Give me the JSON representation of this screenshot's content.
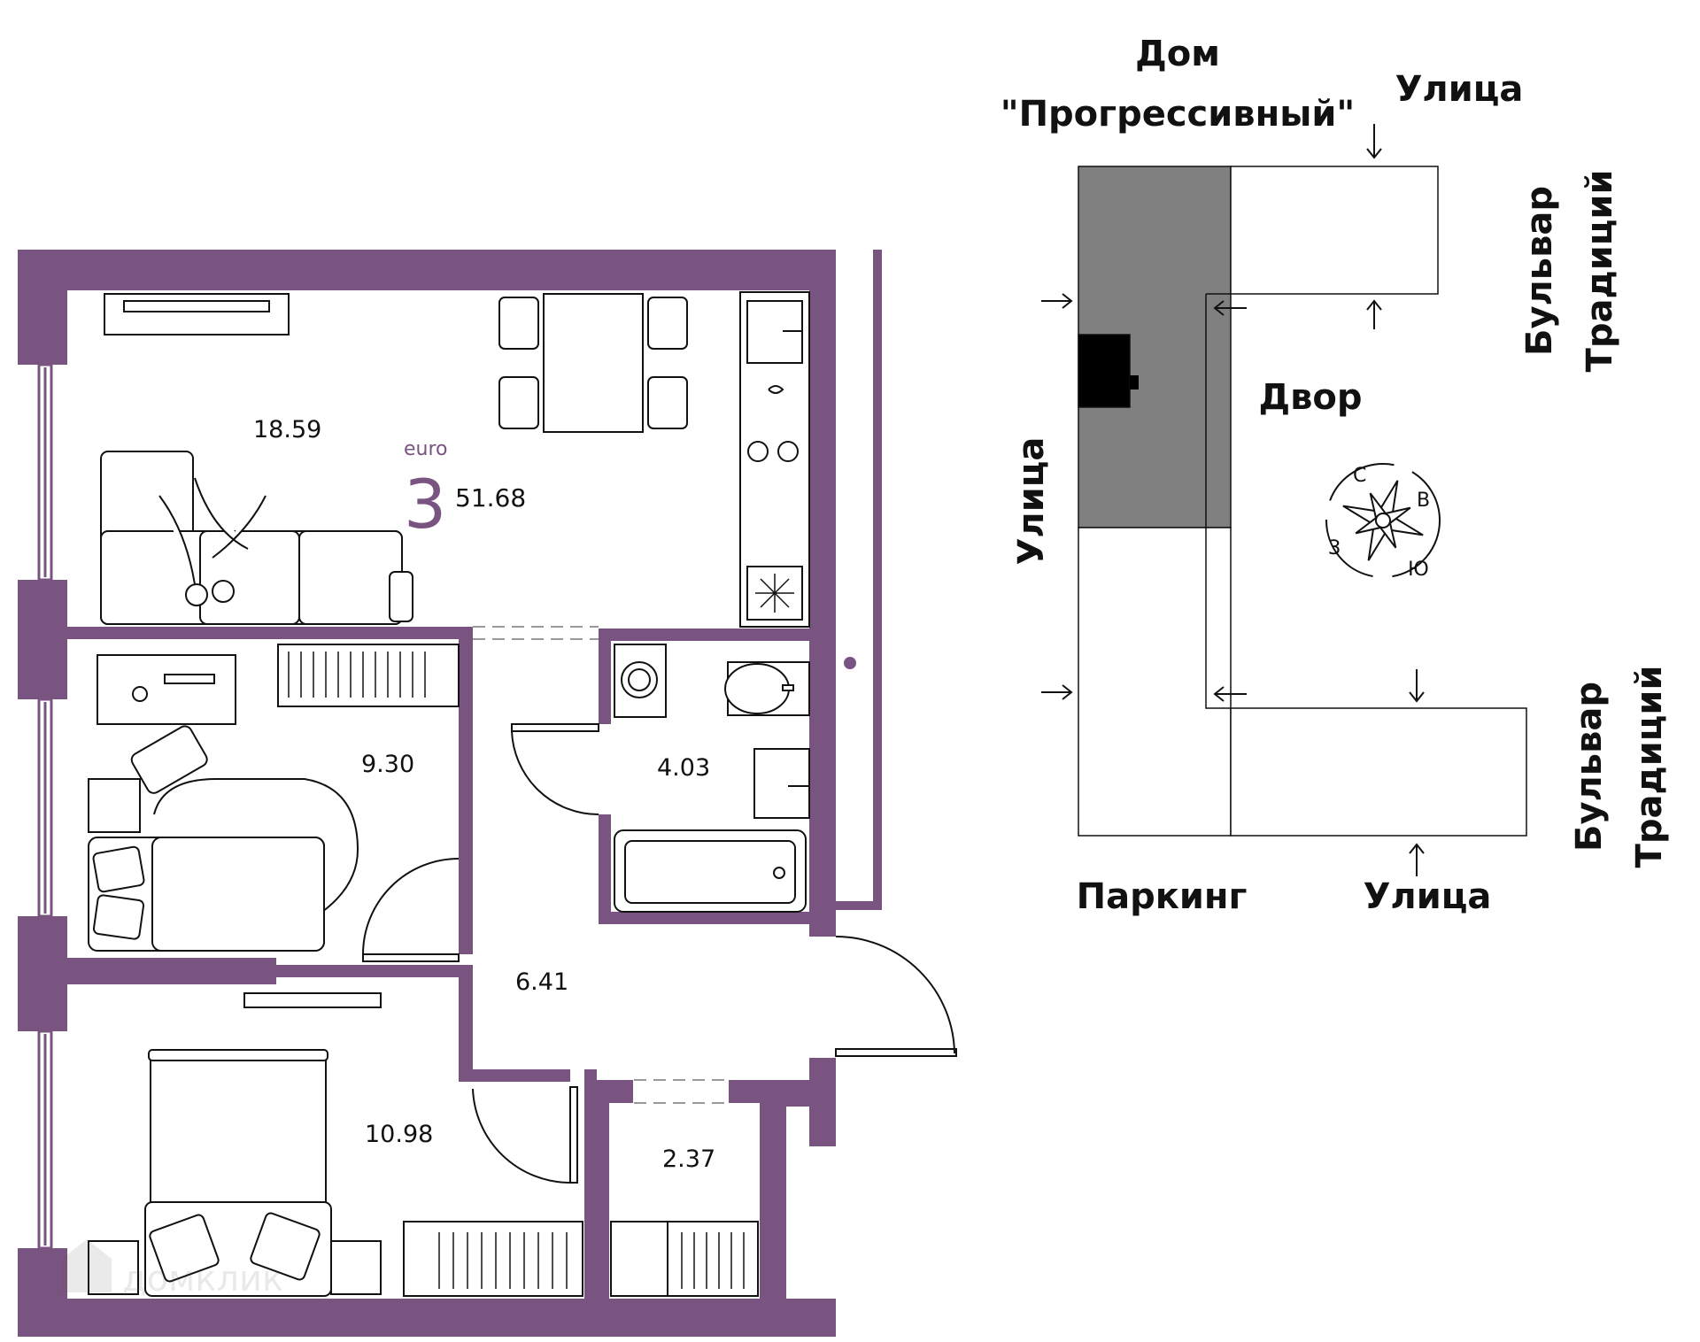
{
  "colors": {
    "wall": "#7a5480",
    "accent": "#7a5480",
    "building_dark": "#808080",
    "entrance_block": "#000000",
    "line": "#111111",
    "background": "#ffffff"
  },
  "plan": {
    "apartment_type_small": "euro",
    "apartment_rooms": "3",
    "total_area": "51.68",
    "rooms": [
      {
        "id": "living-kitchen",
        "area": "18.59"
      },
      {
        "id": "bedroom-small",
        "area": "9.30"
      },
      {
        "id": "bathroom",
        "area": "4.03"
      },
      {
        "id": "hallway",
        "area": "6.41"
      },
      {
        "id": "bedroom-large",
        "area": "10.98"
      },
      {
        "id": "storage",
        "area": "2.37"
      }
    ]
  },
  "site": {
    "building_line1": "Дом",
    "building_line2": "\"Прогрессивный\"",
    "street_top": "Улица",
    "street_left": "Улица",
    "street_bottom": "Улица",
    "boulevard_top_line1": "Бульвар",
    "boulevard_top_line2": "Традиций",
    "boulevard_bottom_line1": "Бульвар",
    "boulevard_bottom_line2": "Традиций",
    "courtyard": "Двор",
    "parking": "Паркинг",
    "compass": {
      "n": "С",
      "e": "В",
      "s": "Ю",
      "w": "З"
    }
  },
  "watermark": "домклик"
}
